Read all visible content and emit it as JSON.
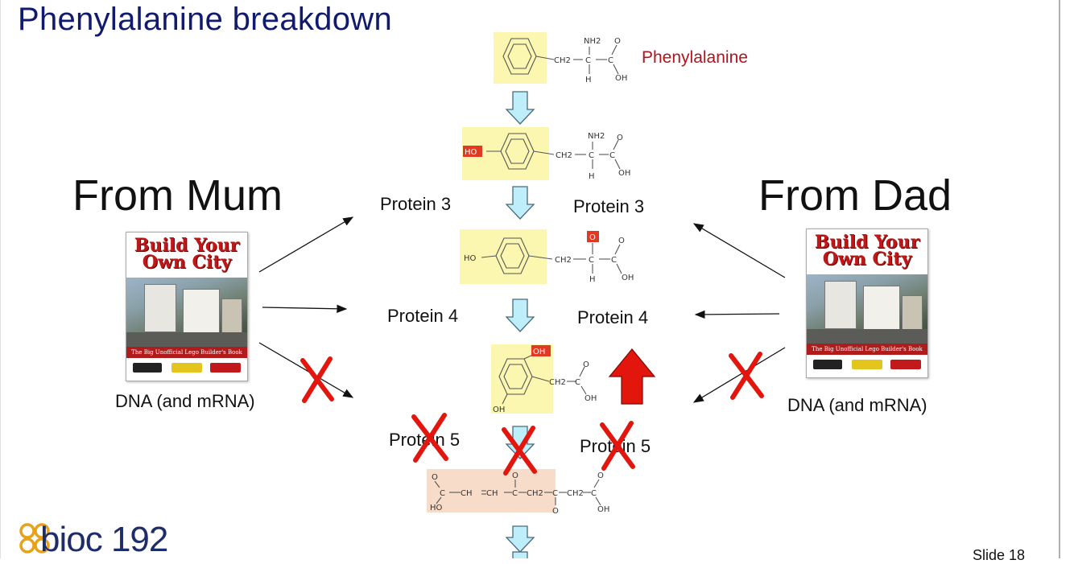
{
  "title": "Phenylalanine breakdown",
  "molecule_label": "Phenylalanine",
  "from_mum": "From Mum",
  "from_dad": "From Dad",
  "dna_left": "DNA (and mRNA)",
  "dna_right": "DNA (and mRNA)",
  "protein_labels": {
    "p3_left": "Protein 3",
    "p3_right": "Protein 3",
    "p4_left": "Protein 4",
    "p4_right": "Protein 4",
    "p5_left": "Protein 5",
    "p5_right": "Protein 5"
  },
  "book": {
    "title_line1": "Build Your",
    "title_line2": "Own City",
    "subtitle": "The Big Unofficial Lego Builder's Book"
  },
  "logo": "bioc 192",
  "slide_number": "Slide 18",
  "colors": {
    "title": "#101a6e",
    "phenylalanine_label": "#b0141c",
    "highlight": "#fbf7b0",
    "highlight_red": "#f7dcc9",
    "down_arrow": "#bdeefa",
    "up_arrow": "#e3160e",
    "cross": "#e3160e",
    "logo_ring": "#e8a21a"
  },
  "molecule_text": {
    "nh2": "NH₂",
    "oh": "OH",
    "o": "O",
    "h": "H",
    "ho": "HO",
    "c": "C",
    "ch2": "CH₂"
  }
}
